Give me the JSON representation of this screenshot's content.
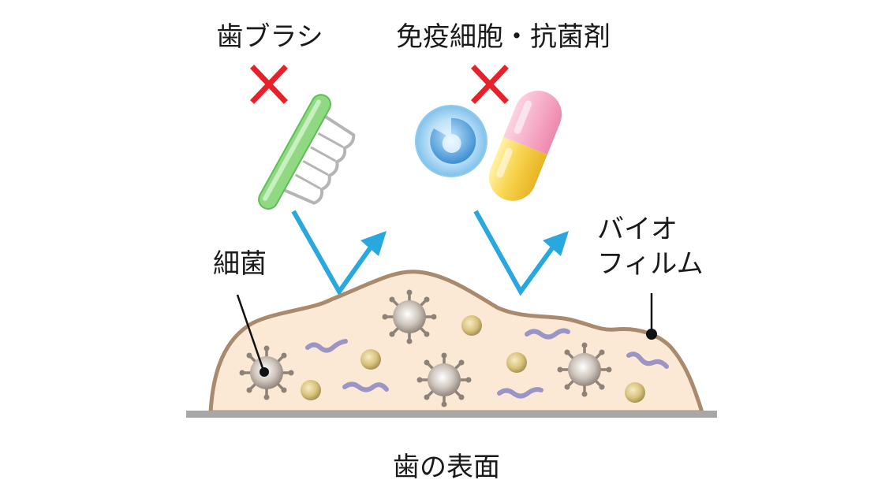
{
  "labels": {
    "toothbrush": "歯ブラシ",
    "immune_antibacterial": "免疫細胞・抗菌剤",
    "bacteria": "細菌",
    "biofilm_line1": "バイオ",
    "biofilm_line2": "フィルム",
    "tooth_surface": "歯の表面"
  },
  "colors": {
    "cross": "#e8202a",
    "arrow": "#29a8e0",
    "biofilm_fill": "#fbe9d6",
    "biofilm_outline": "#a98a6c",
    "tooth_surface": "#a7a7a7",
    "toothbrush_handle": "#8fd982",
    "capsule_top": "#f6a7c4",
    "capsule_bottom": "#f7d44a",
    "immune_cell": "#7cc4f0",
    "rod_bacteria": "#9a95c4",
    "coccus": "#c9b270"
  },
  "icons": {
    "blocked": "cross-mark-icon",
    "toothbrush": "toothbrush-icon",
    "immune_cell": "immune-cell-icon",
    "antibacterial": "capsule-icon"
  }
}
